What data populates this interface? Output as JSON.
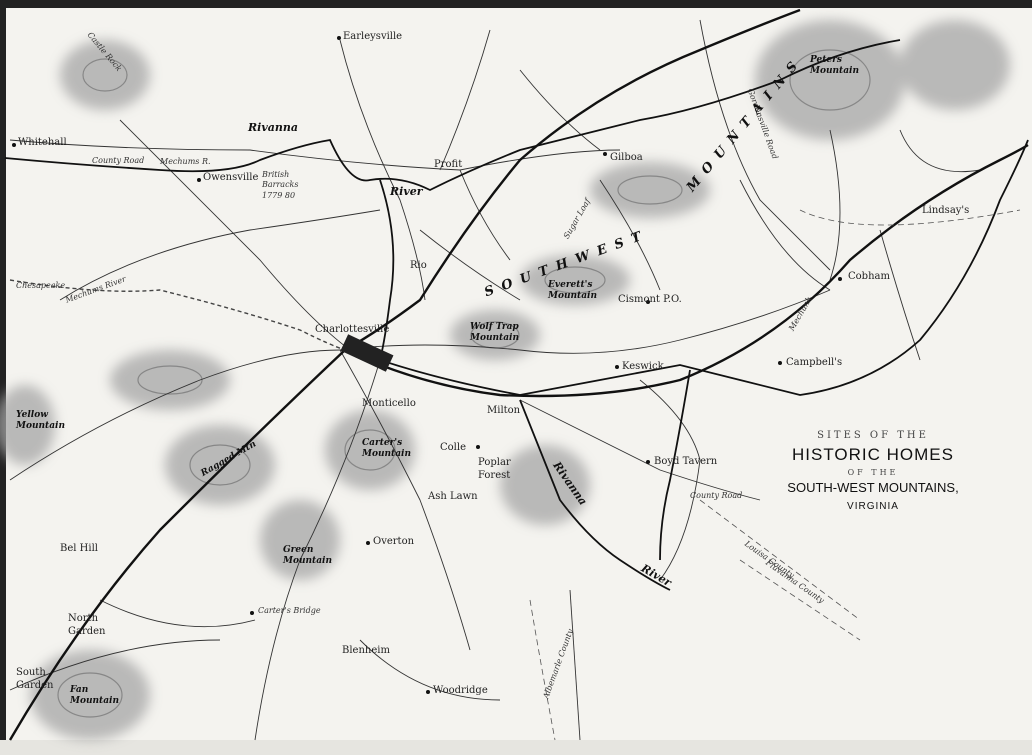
{
  "title": {
    "line1": "SITES OF THE",
    "line2": "HISTORIC HOMES",
    "line3": "OF THE",
    "line4": "SOUTH-WEST MOUNTAINS,",
    "line5": "VIRGINIA"
  },
  "labels": {
    "earlysville": "Earleysville",
    "whitehall": "Whitehall",
    "county_road_1": "County Road",
    "rivanna_top": "Rivanna",
    "river_top": "River",
    "mechums_r": "Mechums R.",
    "owensville": "Owensville",
    "british_barracks": "British Barracks 1779 80",
    "profit": "Profit",
    "gilboa": "Gilboa",
    "cismont": "Cismont P.O.",
    "boyds_tavern": "Boyd Tavern",
    "lindsays": "Lindsay's",
    "cobham": "Cobham",
    "campbells": "Campbell's",
    "keswick": "Keswick",
    "charlottesville": "Charlottesville",
    "rio": "Rio",
    "monticello": "Monticello",
    "milton": "Milton",
    "colle": "Colle",
    "poplar_forest": "Poplar Forest",
    "ash_lawn": "Ash Lawn",
    "overton": "Overton",
    "bel_hill": "Bel Hill",
    "north_garden": "North Garden",
    "south_garden": "South Garden",
    "carters_bridge": "Carter's Bridge",
    "blenheim": "Blenheim",
    "woodridge": "Woodridge",
    "mechums_river": "Mechums River",
    "chesapeake": "Chesapeake",
    "rivanna_bottom": "Rivanna",
    "river_bottom": "River",
    "county_road_2": "County Road",
    "fluvanna_county": "Fluvanna County",
    "louisa_county": "Louisa County",
    "albemarle_county": "Albemarle County",
    "sugar_loaf": "Sugar Loaf",
    "wolf_trap": "Wolf Trap Mountain",
    "everett_mtn": "Everett's Mountain",
    "carters_mtn": "Carter's Mountain",
    "green_mtn": "Green Mountain",
    "fan_mtn": "Fan Mountain",
    "peters_mtn": "Peters Mountain",
    "south_west": "S O U T H W E S T",
    "mountains": "M O U N T A I N S",
    "yellow_mtn": "Yellow Mountain",
    "ragged_mtn": "Ragged Mtn",
    "castle_rock": "Castle Rock",
    "mechunk": "Mechunk",
    "gordonsville": "Gordonsville Road"
  },
  "colors": {
    "paper": "#f4f3ef",
    "ink": "#111111",
    "hills": "#9a9a9a"
  }
}
